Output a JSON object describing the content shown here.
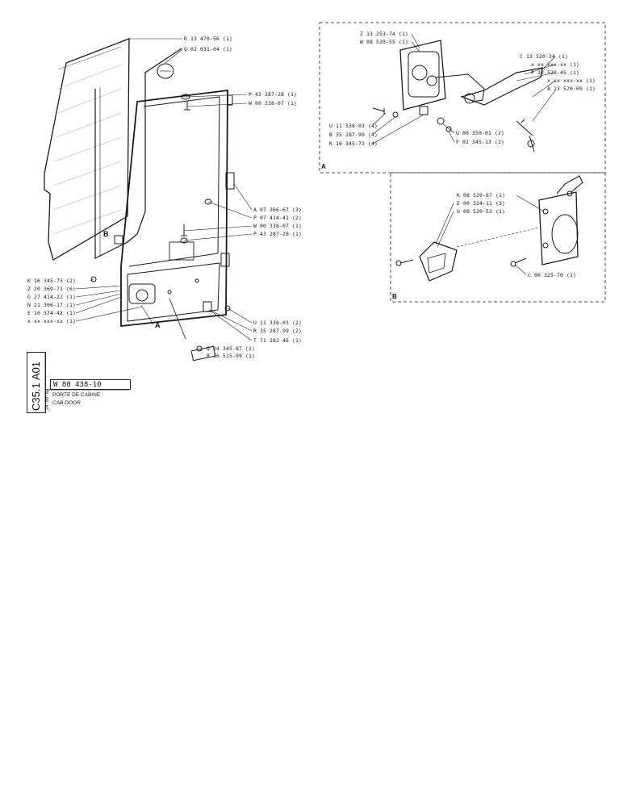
{
  "callouts_main": [
    "R 13 470-56 (1)",
    "Q 02 031-04 (1)",
    "P 43 287-28 (1)",
    "W 00 338-07 (1)",
    "A 07 366-67 (3)",
    "P 07 414-41 (2)",
    "W 00 338-07 (1)",
    "P 43 287-28 (1)",
    "K 16 345-73 (2)",
    "Z 20 369-71 (6)",
    "G 27 414-22 (1)",
    "N 21 306-17 (1)",
    "E 10 374-42 (1)",
    "x xx xxx-xx (1)",
    "U 11 338-03 (2)",
    "R 35 287-99 (2)",
    "T 71 282 46 (1)",
    "Q 24 345-87 (2)",
    "R 16 515-99 (1)"
  ],
  "callouts_detail_a": [
    "Z 13 253-74 (1)",
    "W 08 520-55 (1)",
    "C 13 520-34 (1)",
    "x xx xxx-xx (1)",
    "P 13 520-45 (1)",
    "x xx xxx-xx (1)",
    "A 13 520-09 (1)",
    "U 11 338-03 (4)",
    "B 35 287-99 (4)",
    "K 16 345-73 (4)",
    "U 00 350-01 (2)",
    "F 02 345-13 (2)"
  ],
  "callouts_detail_b": [
    "K 08 520-67 (1)",
    "E 00 324-11 (3)",
    "U 08 520-53 (1)",
    "C 00 325-70 (1)"
  ],
  "markers": {
    "a": "A",
    "b": "B",
    "panel_a": "A",
    "panel_b": "B"
  },
  "title_block": {
    "code_top": "A01",
    "code_bottom": "C35.1",
    "date": "24-05-82",
    "reference": "W 80 438-10",
    "title_fr": "PORTE DE CABINE",
    "title_en": "CAB DOOR"
  }
}
